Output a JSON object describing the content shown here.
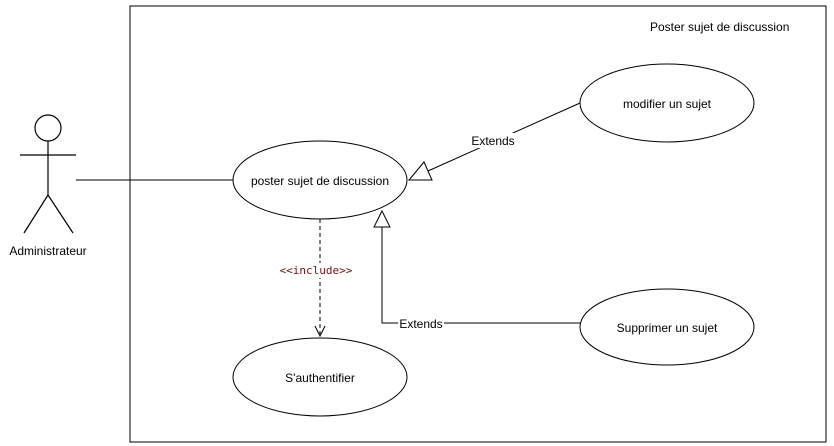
{
  "system": {
    "title": "Poster sujet de discussion"
  },
  "actor": {
    "name": "Administrateur"
  },
  "use_cases": {
    "main": "poster sujet de discussion",
    "modify": "modifier un sujet",
    "delete": "Supprimer un sujet",
    "auth": "S'authentifier"
  },
  "relations": {
    "extends_modify": "Extends",
    "extends_delete": "Extends",
    "include": "<<include>>"
  },
  "colors": {
    "line": "#000000",
    "include_text": "#7a1010",
    "background": "#ffffff"
  }
}
